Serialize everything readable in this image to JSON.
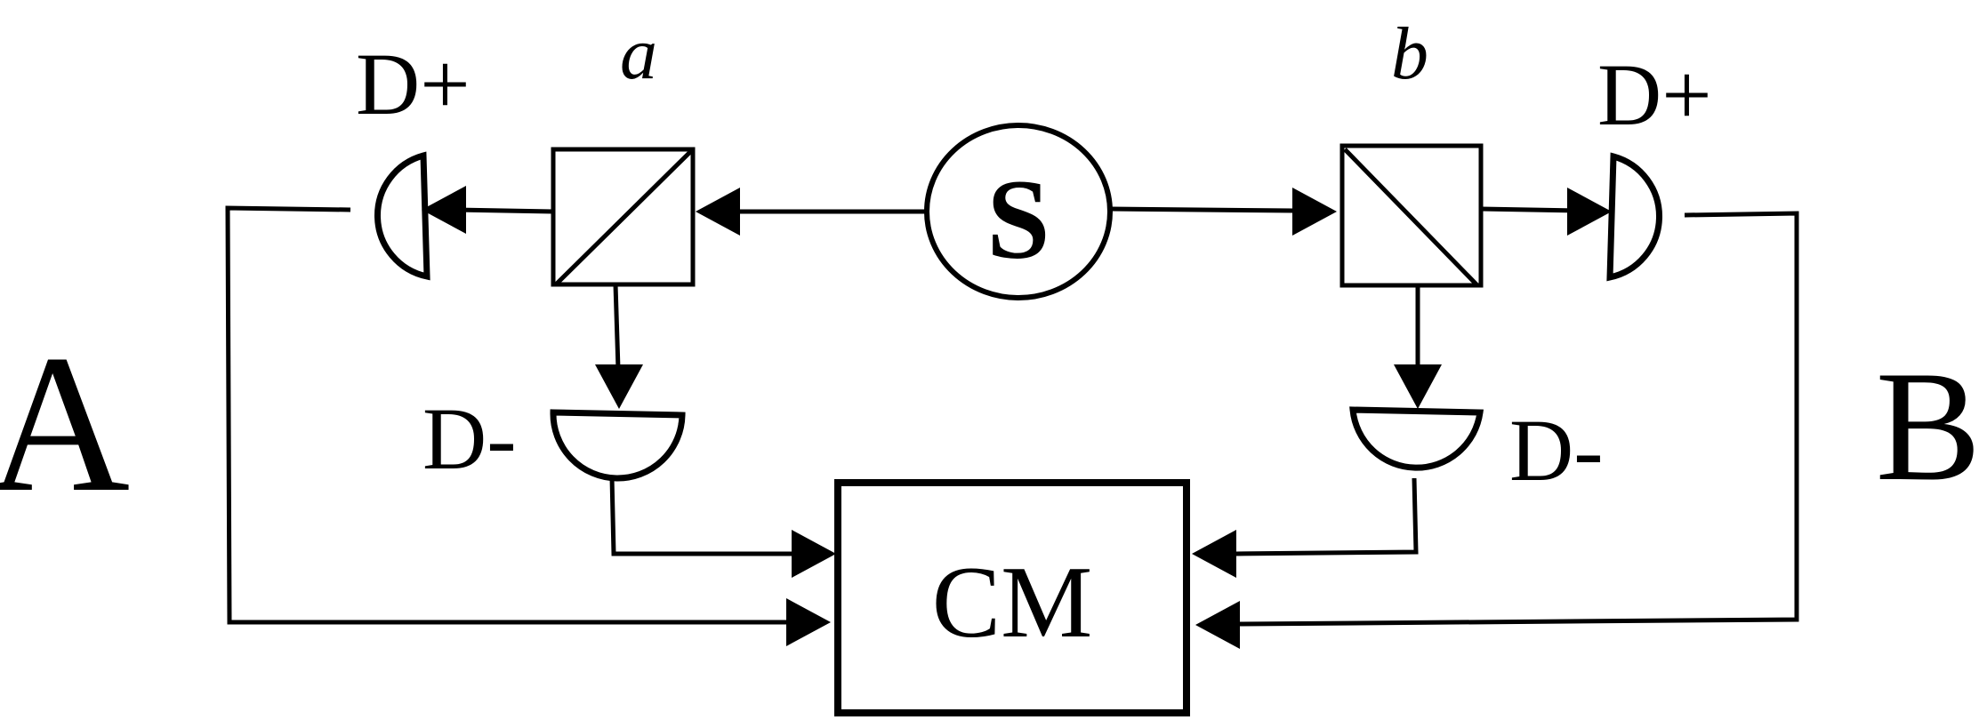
{
  "labels": {
    "left_party": "A",
    "right_party": "B",
    "source": "S",
    "measurement": "CM",
    "left_splitter": "a",
    "right_splitter": "b",
    "detector_plus": "D+",
    "detector_minus": "D-"
  },
  "colors": {
    "stroke": "#000000",
    "background": "#ffffff"
  }
}
